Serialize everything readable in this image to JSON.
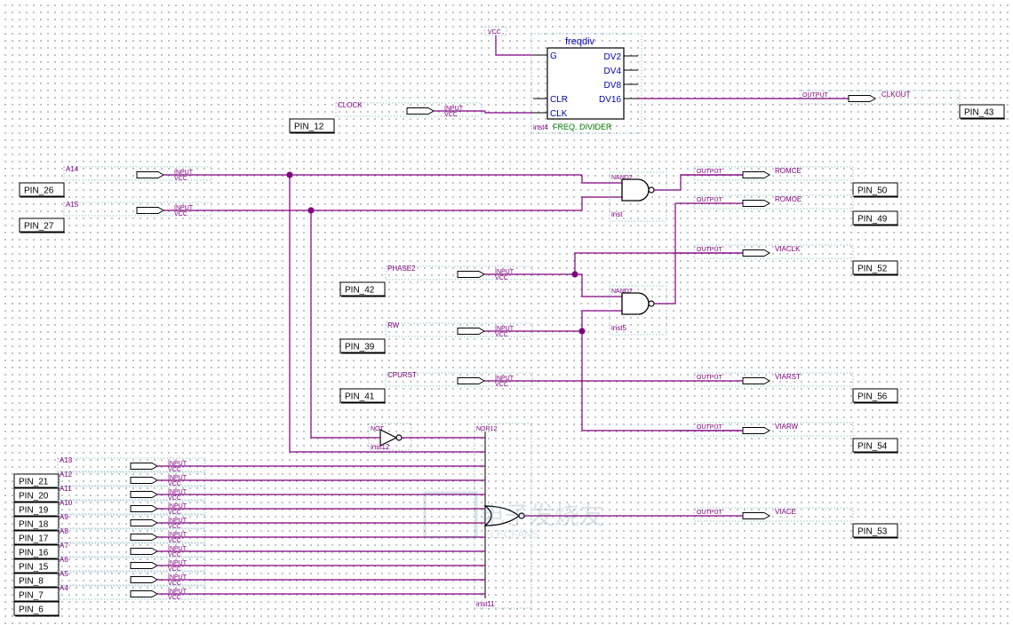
{
  "colors": {
    "wire": "#800080",
    "port_text": "#800080",
    "block_text": "#0000c0",
    "block_desc": "#008000",
    "symbol": "#000000",
    "dotted_box": "#9cc3cc",
    "background": "#ffffff",
    "grid_dot": "#8c8c8c"
  },
  "freqdiv": {
    "title": "freqdiv",
    "pins_left": [
      "G",
      "CLR",
      "CLK"
    ],
    "pins_right": [
      "DV2",
      "DV4",
      "DV8",
      "DV16"
    ],
    "instance": "inst4",
    "description": "FREQ. DIVIDER",
    "vcc_label": "VCC"
  },
  "pin_labels": [
    "PIN_12",
    "PIN_43",
    "PIN_26",
    "PIN_27",
    "PIN_50",
    "PIN_49",
    "PIN_52",
    "PIN_42",
    "PIN_39",
    "PIN_41",
    "PIN_56",
    "PIN_54",
    "PIN_21",
    "PIN_20",
    "PIN_19",
    "PIN_18",
    "PIN_17",
    "PIN_16",
    "PIN_15",
    "PIN_8",
    "PIN_7",
    "PIN_6",
    "PIN_53"
  ],
  "inputs": [
    {
      "name": "CLOCK",
      "type": "INPUT",
      "sub": "VCC"
    },
    {
      "name": "A14",
      "type": "INPUT",
      "sub": "VCC"
    },
    {
      "name": "A15",
      "type": "INPUT",
      "sub": "VCC"
    },
    {
      "name": "PHASE2",
      "type": "INPUT",
      "sub": "VCC"
    },
    {
      "name": "RW",
      "type": "INPUT",
      "sub": "VCC"
    },
    {
      "name": "CPURST",
      "type": "INPUT",
      "sub": "VCC"
    },
    {
      "name": "A13",
      "type": "INPUT",
      "sub": "VCC"
    },
    {
      "name": "A12",
      "type": "INPUT",
      "sub": "VCC"
    },
    {
      "name": "A11",
      "type": "INPUT",
      "sub": "VCC"
    },
    {
      "name": "A10",
      "type": "INPUT",
      "sub": "VCC"
    },
    {
      "name": "A9",
      "type": "INPUT",
      "sub": "VCC"
    },
    {
      "name": "A8",
      "type": "INPUT",
      "sub": "VCC"
    },
    {
      "name": "A7",
      "type": "INPUT",
      "sub": "VCC"
    },
    {
      "name": "A6",
      "type": "INPUT",
      "sub": "VCC"
    },
    {
      "name": "A5",
      "type": "INPUT",
      "sub": "VCC"
    },
    {
      "name": "A4",
      "type": "INPUT",
      "sub": "VCC"
    }
  ],
  "outputs": [
    {
      "name": "CLKOUT",
      "type": "OUTPUT"
    },
    {
      "name": "ROMCE",
      "type": "OUTPUT"
    },
    {
      "name": "ROMOE",
      "type": "OUTPUT"
    },
    {
      "name": "VIACLK",
      "type": "OUTPUT"
    },
    {
      "name": "VIARST",
      "type": "OUTPUT"
    },
    {
      "name": "VIARW",
      "type": "OUTPUT"
    },
    {
      "name": "VIACE",
      "type": "OUTPUT"
    }
  ],
  "gates": [
    {
      "type": "NAND2",
      "instance": "inst"
    },
    {
      "type": "NAND2",
      "instance": "inst5"
    },
    {
      "type": "NOT",
      "instance": "inst12"
    },
    {
      "type": "NOR12",
      "instance": "inst11"
    }
  ],
  "watermark": {
    "main": "电子发烧友",
    "sub": "ELECFANS"
  }
}
